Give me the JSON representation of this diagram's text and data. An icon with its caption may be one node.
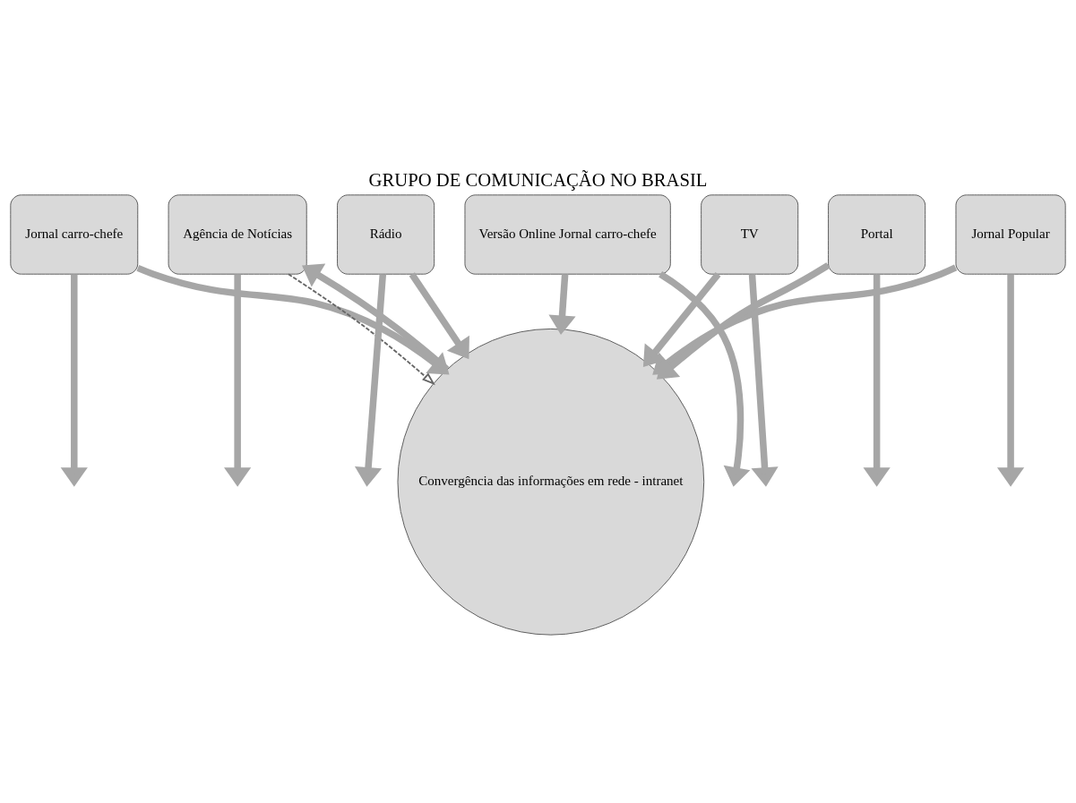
{
  "diagram": {
    "title": "GRUPO DE COMUNICAÇÃO NO BRASIL",
    "nodes": [
      {
        "text": [
          "Jornal Popular"
        ]
      },
      {
        "text": [
          "Jornal carro-chefe"
        ]
      },
      {
        "text": [
          "Agência de Notícias"
        ]
      },
      {
        "text": [
          "Rádio"
        ]
      },
      {
        "text": [
          "Versão Online Jornal carro-chefe"
        ]
      },
      {
        "text": [
          "TV"
        ]
      },
      {
        "text": [
          "Convergência das informações em rede - intranet"
        ]
      },
      {
        "text": [
          "Portal"
        ]
      }
    ],
    "edges": [
      {
        "from": 0,
        "to": null,
        "arrow": "to"
      },
      {
        "from": 0,
        "to": 6,
        "arrow": "to"
      },
      {
        "from": 1,
        "to": null,
        "arrow": "to"
      },
      {
        "from": 1,
        "to": 6,
        "arrow": "to"
      },
      {
        "from": 2,
        "to": null,
        "arrow": "to"
      },
      {
        "from": 2,
        "to": 6,
        "arrow": "to",
        "style": "dashed"
      },
      {
        "from": 6,
        "to": 2,
        "arrow": "to"
      },
      {
        "from": 3,
        "to": null,
        "arrow": "to"
      },
      {
        "from": 3,
        "to": 6,
        "arrow": "to"
      },
      {
        "from": 4,
        "to": null,
        "arrow": "to"
      },
      {
        "from": 4,
        "to": 6,
        "arrow": "to"
      },
      {
        "from": 5,
        "to": null,
        "arrow": "to"
      },
      {
        "from": 5,
        "to": 6,
        "arrow": "to"
      },
      {
        "from": 7,
        "to": null,
        "arrow": "to"
      },
      {
        "from": 7,
        "to": 6,
        "arrow": "to"
      }
    ]
  }
}
